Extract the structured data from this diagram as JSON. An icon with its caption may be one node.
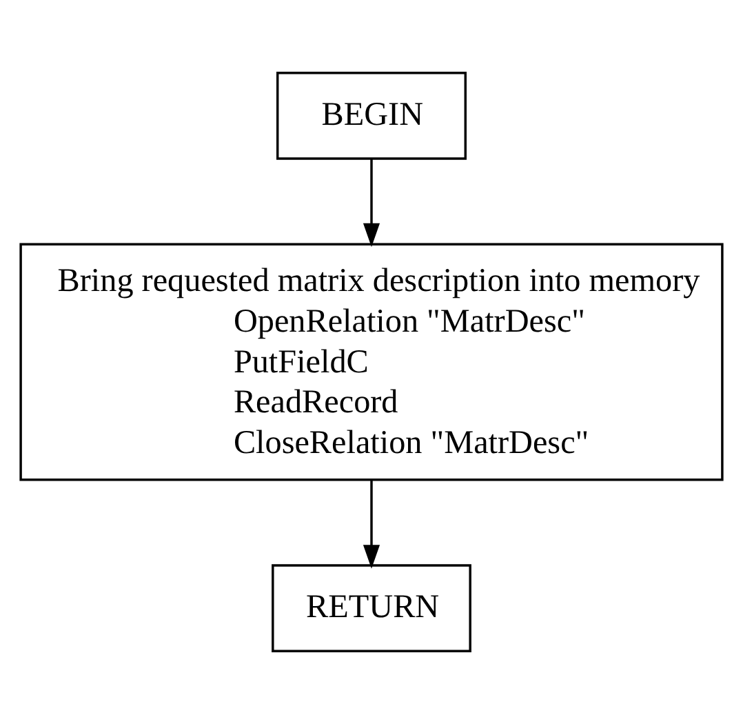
{
  "diagram": {
    "nodes": [
      {
        "text": [
          "BEGIN"
        ]
      },
      {
        "text": [
          "Bring requested matrix description into memory",
          "OpenRelation \"MatrDesc\"",
          "PutFieldC",
          "ReadRecord",
          "CloseRelation \"MatrDesc\""
        ]
      },
      {
        "text": [
          "RETURN"
        ]
      }
    ],
    "edges": [
      {
        "from": 0,
        "to": 1,
        "arrow": "to"
      },
      {
        "from": 1,
        "to": 2,
        "arrow": "to"
      }
    ]
  }
}
